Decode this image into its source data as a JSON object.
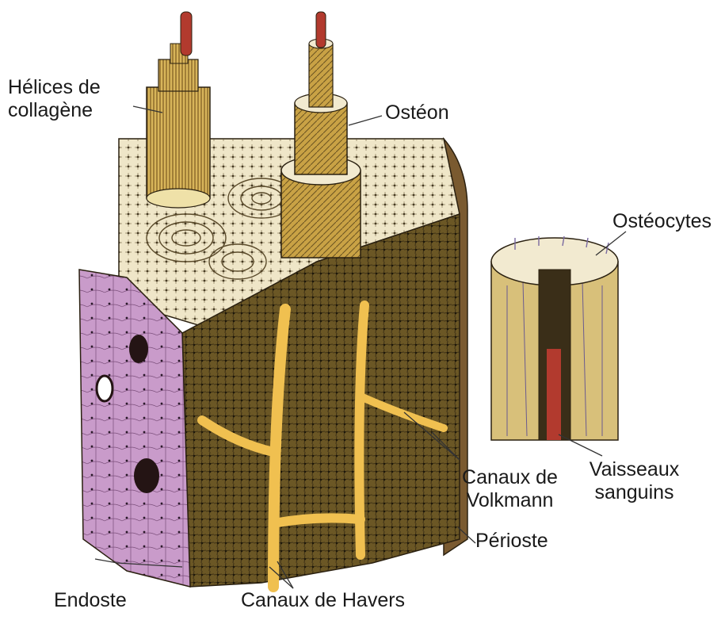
{
  "labels": {
    "helices": "Hélices de\ncollagène",
    "osteon": "Ostéon",
    "osteocytes": "Ostéocytes",
    "volkmann": "Canaux de\nVolkmann",
    "vaisseaux": "Vaisseaux\nsanguins",
    "perioste": "Périoste",
    "endoste": "Endoste",
    "havers": "Canaux de Havers"
  },
  "colors": {
    "bone_dark": "#5a4a1f",
    "bone_mid": "#8a7232",
    "bone_light": "#c9a94a",
    "lamella_cream": "#f2ead0",
    "canal_yellow": "#f0c050",
    "endosteum_pink": "#c89ac8",
    "vessel_red": "#b23a2e",
    "line": "#333333"
  }
}
